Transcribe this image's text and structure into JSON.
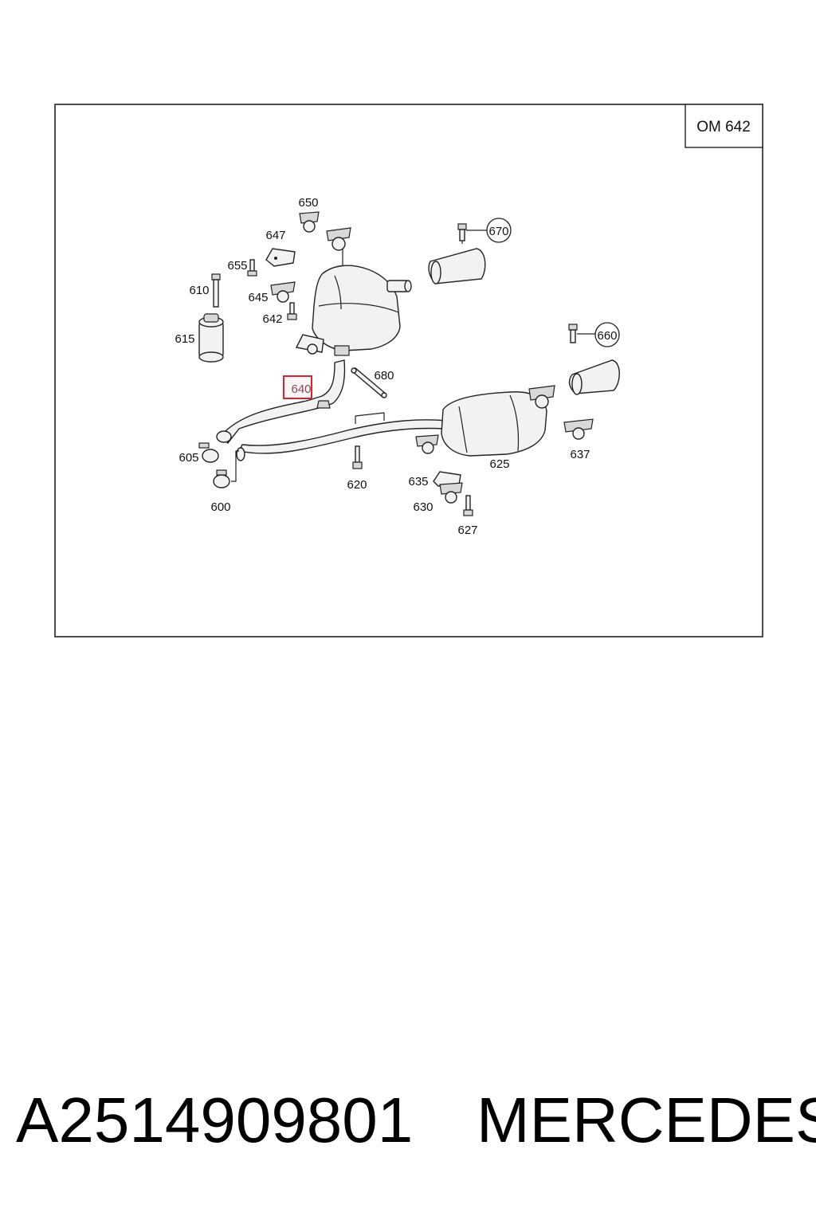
{
  "diagram": {
    "engine_code": "OM 642",
    "highlight_color": "#d9232d",
    "labels": {
      "p600": "600",
      "p605": "605",
      "p610": "610",
      "p615": "615",
      "p620": "620",
      "p625": "625",
      "p627": "627",
      "p630": "630",
      "p635": "635",
      "p637": "637",
      "p640": "640",
      "p642": "642",
      "p645": "645",
      "p647": "647",
      "p650": "650",
      "p655": "655",
      "p660": "660",
      "p670": "670",
      "p680": "680"
    }
  },
  "footer": {
    "part_number": "A2514909801",
    "brand": "MERCEDES"
  }
}
